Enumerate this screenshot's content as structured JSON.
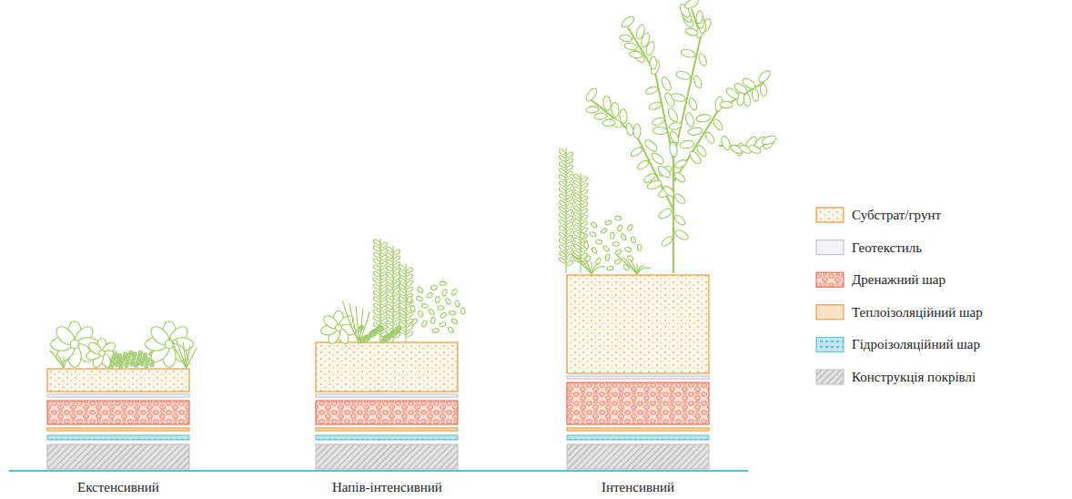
{
  "diagram": {
    "labels": [
      "Екстенсивний",
      "Напів-інтенсивний",
      "Інтенсивний"
    ],
    "legend": [
      {
        "text": "Субстрат/грунт"
      },
      {
        "text": "Геотекстиль"
      },
      {
        "text": "Дренажний шар"
      },
      {
        "text": "Теплоізоляційний шар"
      },
      {
        "text": "Гідроізоляційний шар"
      },
      {
        "text": "Конструкція покрівлі"
      }
    ]
  }
}
